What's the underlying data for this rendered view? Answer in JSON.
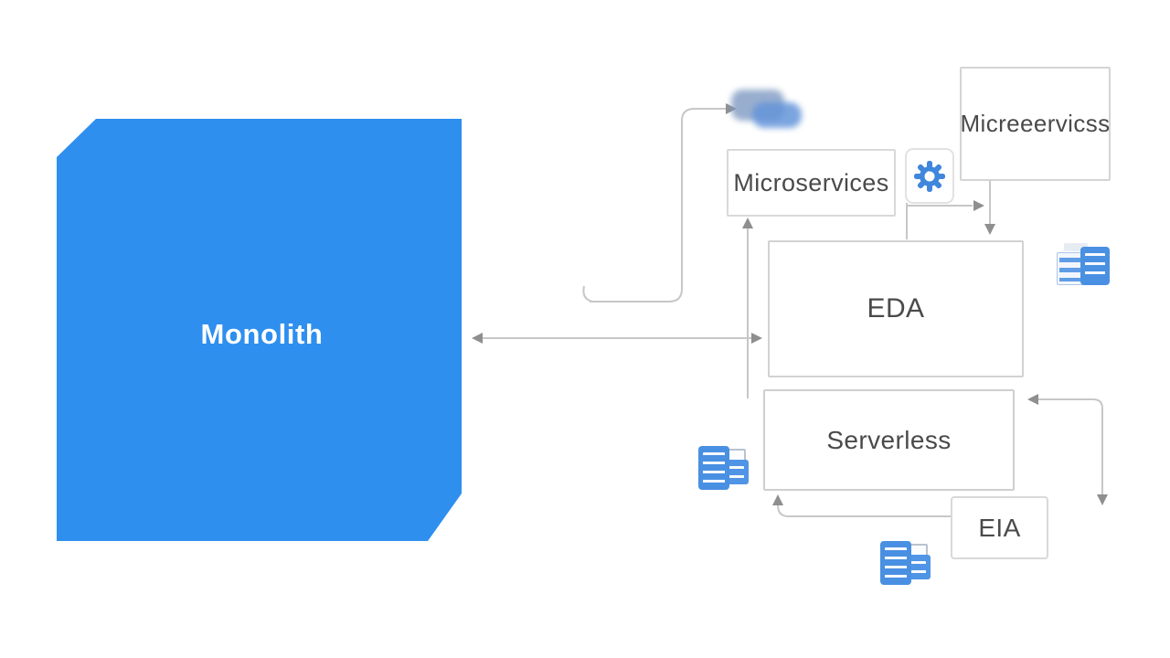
{
  "diagram": {
    "nodes": {
      "monolith": {
        "label": "Monolith"
      },
      "microservices": {
        "label": "Microservices"
      },
      "microservices_alt": {
        "label": "Micreeervicss"
      },
      "eda": {
        "label": "EDA"
      },
      "serverless": {
        "label": "Serverless"
      },
      "eia": {
        "label": "EIA"
      }
    },
    "icons": {
      "cloud": "cloud-icon",
      "gear": "gear-icon",
      "server_pair": "server-stack-icon",
      "doc_left": "document-server-icon",
      "doc_bottom": "document-server-icon"
    },
    "colors": {
      "monolith_fill": "#2e8fef",
      "monolith_text": "#ffffff",
      "box_border": "#d9d9d9",
      "box_text": "#4a4a4a",
      "connector_line": "#c7c7c7",
      "arrowhead": "#8f8f8f",
      "icon_blue": "#4a90e2",
      "gear_blue": "#3f86dc"
    }
  }
}
